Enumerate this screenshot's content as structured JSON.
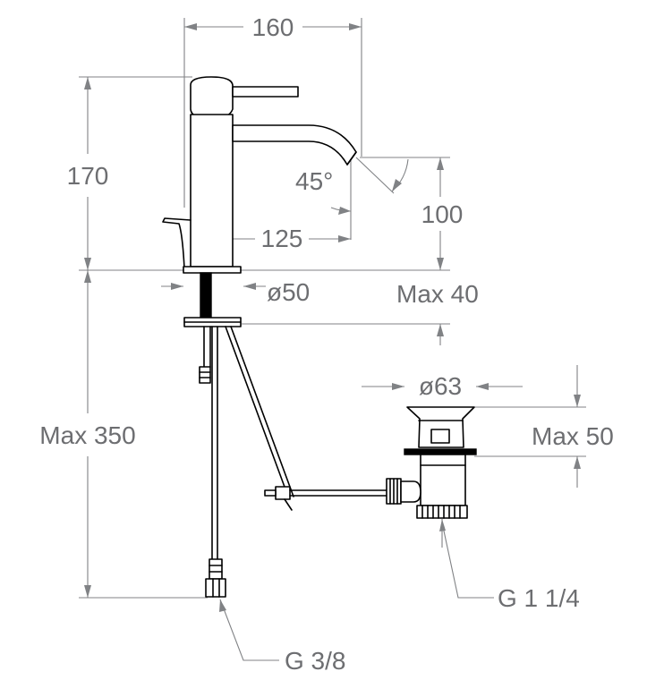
{
  "drawing": {
    "line_color": "#000000",
    "dimension_color": "#808285",
    "labels": {
      "width_160": "160",
      "height_170": "170",
      "angle_45": "45°",
      "height_100": "100",
      "reach_125": "125",
      "diameter_50": "ø50",
      "max_40": "Max 40",
      "max_350": "Max 350",
      "diameter_63": "ø63",
      "max_50": "Max 50",
      "thread_g114": "G 1 1/4",
      "thread_g38": "G 3/8"
    }
  }
}
